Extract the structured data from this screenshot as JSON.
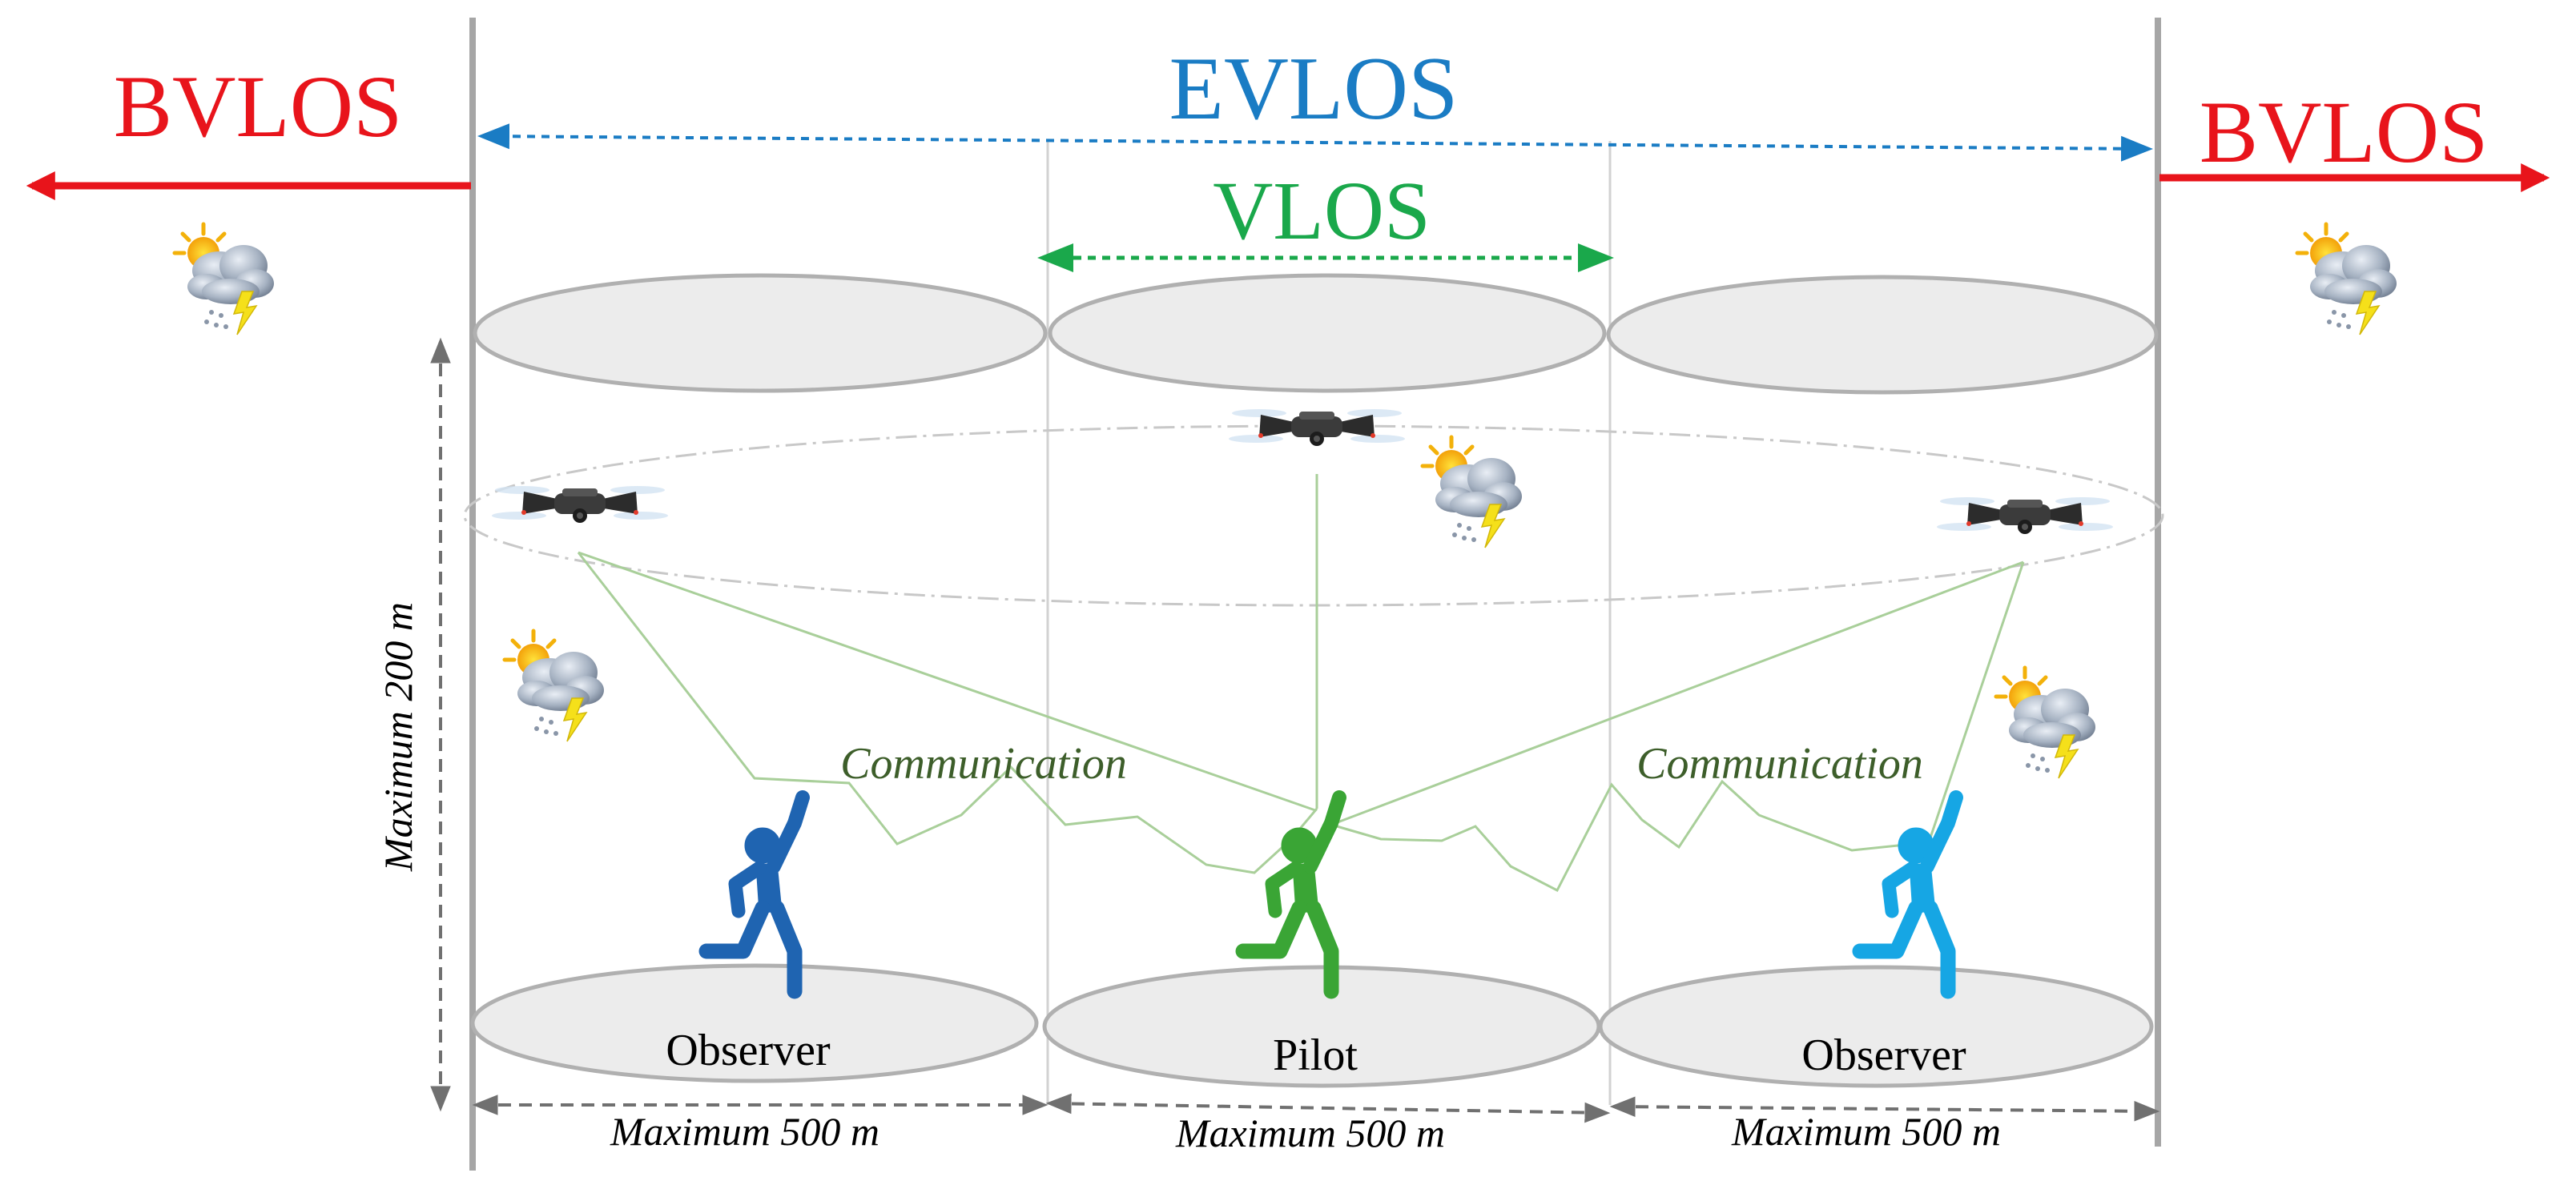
{
  "labels": {
    "bvlos_left": "BVLOS",
    "bvlos_right": "BVLOS",
    "evlos": "EVLOS",
    "vlos": "VLOS",
    "max_height": "Maximum 200 m",
    "max_width_1": "Maximum 500 m",
    "max_width_2": "Maximum 500 m",
    "max_width_3": "Maximum 500 m",
    "comm_left": "Communication",
    "comm_right": "Communication",
    "person_left": "Observer",
    "person_center": "Pilot",
    "person_right": "Observer"
  },
  "colors": {
    "bvlos": "#e8141b",
    "evlos": "#1a7cc4",
    "vlos": "#1aa84b",
    "comm_text": "#3d5e2a",
    "observer_left": "#1f64b1",
    "pilot": "#3aa535",
    "observer_right": "#16a6e4",
    "pole": "#a6a6a6",
    "dim_arrow": "#707070",
    "comm_line": "#a9cf9a"
  },
  "icons": [
    "drone-icon",
    "weather-storm-icon",
    "person-running-icon"
  ]
}
